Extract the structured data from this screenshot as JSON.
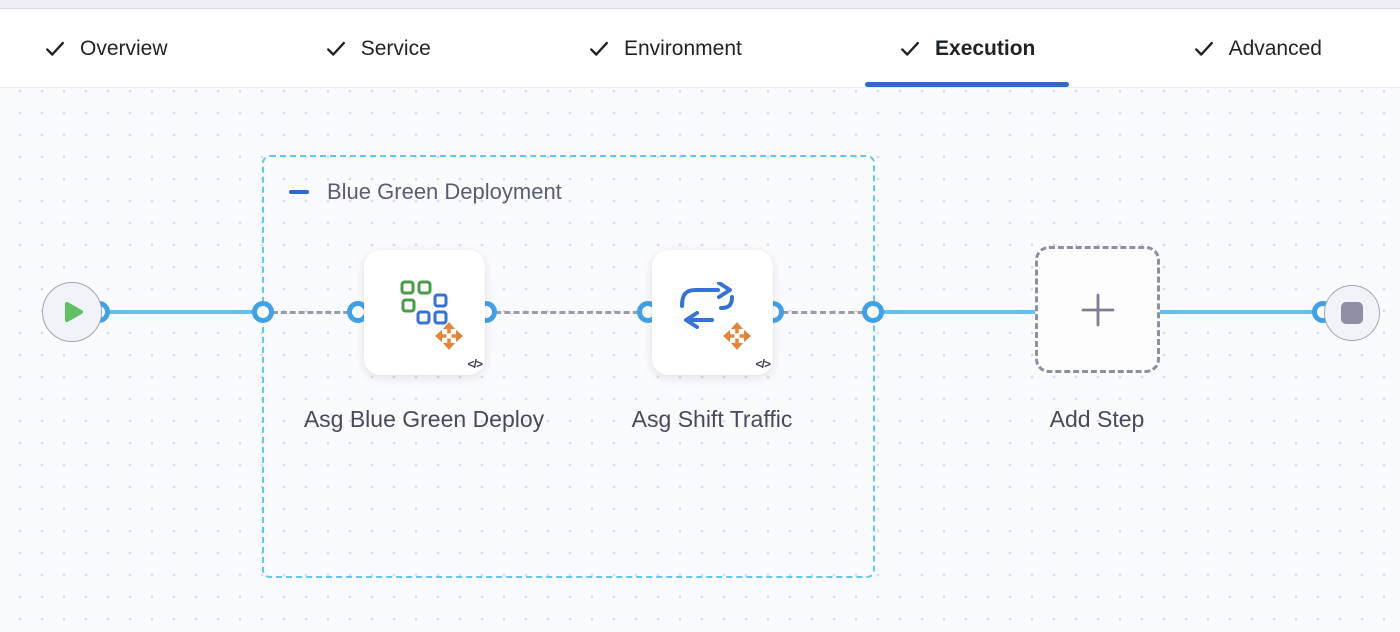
{
  "tabs": {
    "items": [
      {
        "label": "Overview",
        "state": "completed",
        "active": false
      },
      {
        "label": "Service",
        "state": "completed",
        "active": false
      },
      {
        "label": "Environment",
        "state": "completed",
        "active": false
      },
      {
        "label": "Execution",
        "state": "completed",
        "active": true
      },
      {
        "label": "Advanced",
        "state": "completed",
        "active": false
      }
    ]
  },
  "pipeline": {
    "group": {
      "label": "Blue Green Deployment",
      "collapse_icon": "minus-icon"
    },
    "steps": [
      {
        "name": "Asg Blue Green Deploy",
        "icon": "asg-blue-green-deploy-icon",
        "badge": "</>"
      },
      {
        "name": "Asg Shift Traffic",
        "icon": "asg-shift-traffic-icon",
        "badge": "</>"
      }
    ],
    "add_step_label": "Add Step",
    "start_node_icon": "play-icon",
    "end_node_icon": "stop-icon"
  },
  "colors": {
    "active_tab_underline": "#3068c8",
    "group_border": "#65c6ee",
    "flow_line": "#64c0ec",
    "connector_ring": "#40a0e8",
    "play_icon_green": "#5fc160",
    "stop_icon_gray": "#8e8fa4",
    "step_icon_green": "#4a9c4a",
    "step_icon_blue": "#3572d8",
    "step_icon_orange": "#e2863e"
  }
}
